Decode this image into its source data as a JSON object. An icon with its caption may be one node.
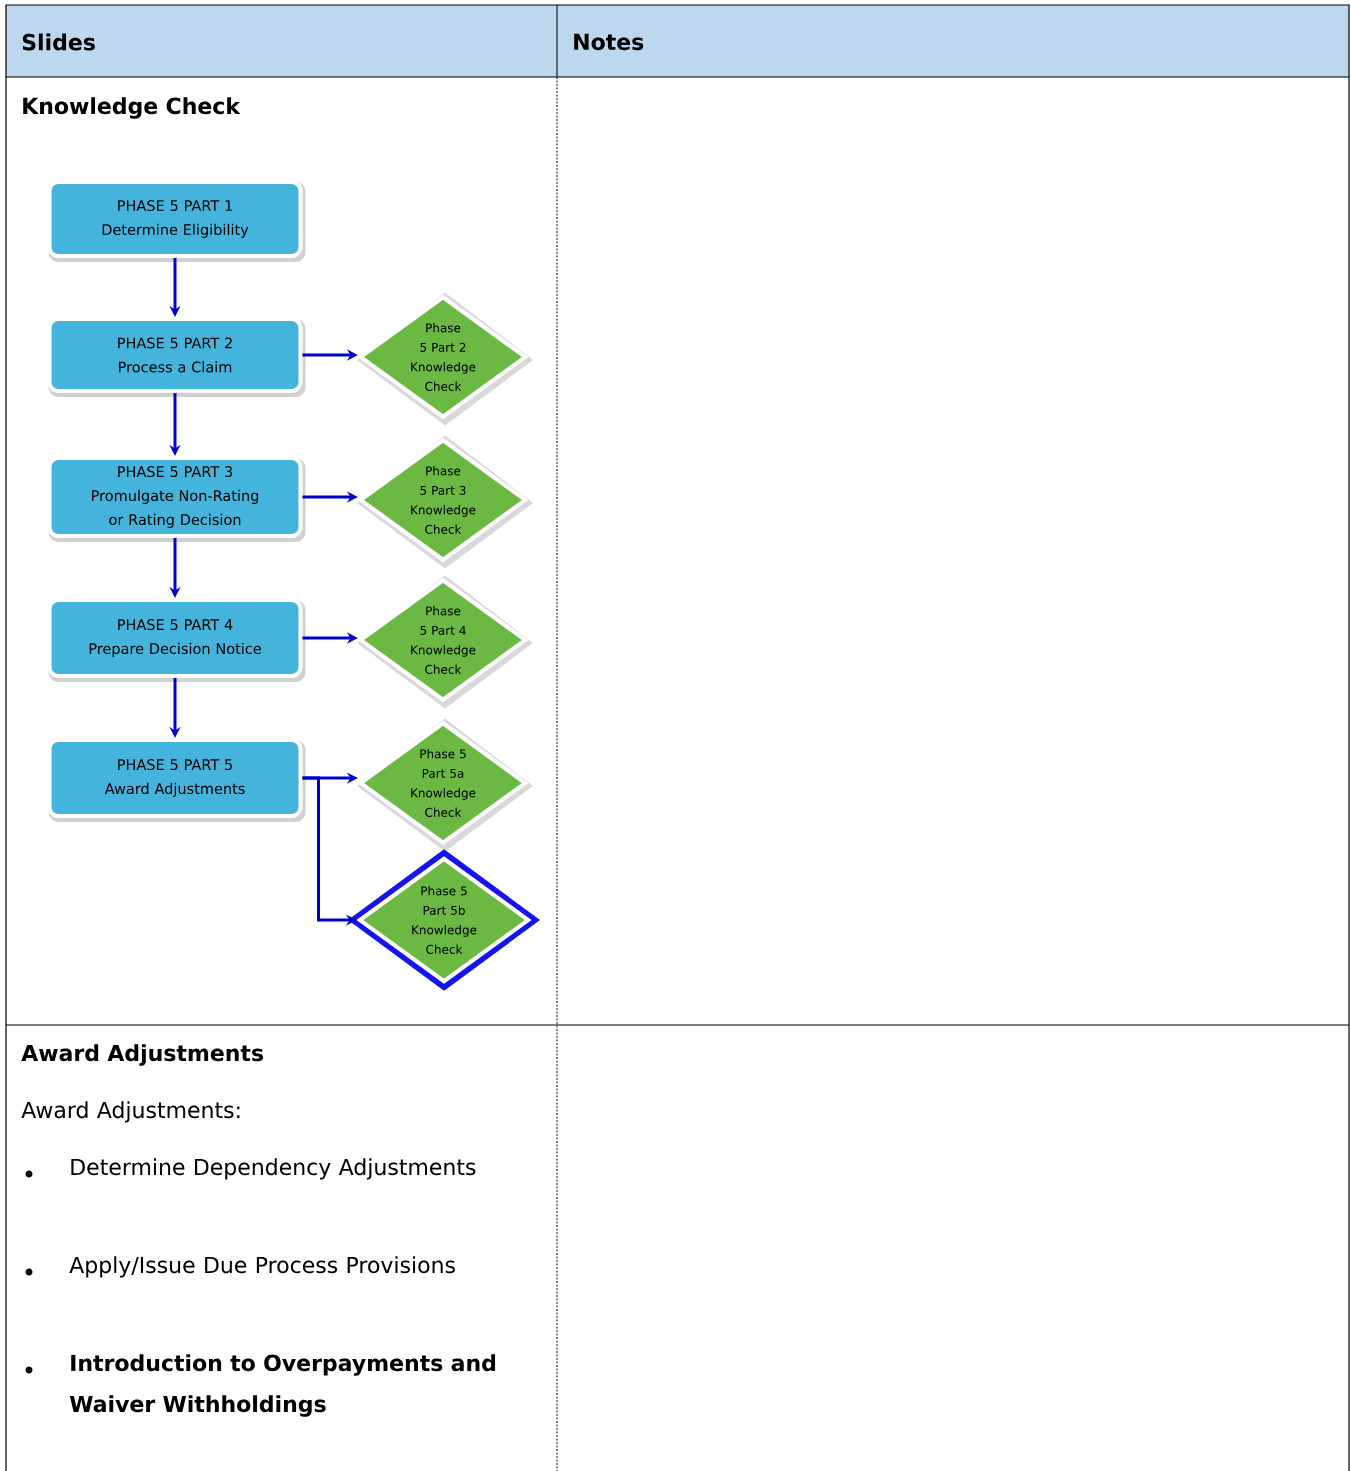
{
  "diagram": {
    "nodes": [
      {
        "text": [
          "PHASE 5 PART 1",
          "Determine Eligibility"
        ]
      },
      {
        "text": [
          "PHASE 5 PART 2",
          "Process a Claim"
        ]
      },
      {
        "text": [
          "PHASE 5 PART 3",
          "Promulgate Non-Rating or Rating Decision"
        ]
      },
      {
        "text": [
          "PHASE 5 PART 4",
          "Prepare Decision Notice"
        ]
      },
      {
        "text": [
          "PHASE 5 PART 5",
          "Award Adjustments"
        ]
      },
      {
        "text": [
          "Phase 5 Part 2 Knowledge Check"
        ]
      },
      {
        "text": [
          "Phase 5 Part 3 Knowledge Check"
        ]
      },
      {
        "text": [
          "Phase 5 Part 4 Knowledge Check"
        ]
      },
      {
        "text": [
          "Phase 5 Part 5a Knowledge Check"
        ]
      },
      {
        "text": [
          "Phase 5 Part 5b Knowledge Check"
        ]
      }
    ],
    "edges": [
      {
        "from": 0,
        "to": 1,
        "arrow": "to"
      },
      {
        "from": 1,
        "to": 2,
        "arrow": "to"
      },
      {
        "from": 2,
        "to": 3,
        "arrow": "to"
      },
      {
        "from": 3,
        "to": 4,
        "arrow": "to"
      },
      {
        "from": 1,
        "to": 5,
        "arrow": "to"
      },
      {
        "from": 2,
        "to": 6,
        "arrow": "to"
      },
      {
        "from": 3,
        "to": 7,
        "arrow": "to"
      },
      {
        "from": 4,
        "to": 8,
        "arrow": "to"
      },
      {
        "from": 4,
        "to": 9,
        "arrow": "to"
      }
    ],
    "labels": [
      "Slides",
      "Notes",
      "Knowledge Check",
      "Award Adjustments",
      "Award Adjustments:",
      "Determine Dependency Adjustments",
      "Apply/Issue Due Process Provisions",
      "Introduction to Overpayments and Waiver Withholdings"
    ]
  }
}
